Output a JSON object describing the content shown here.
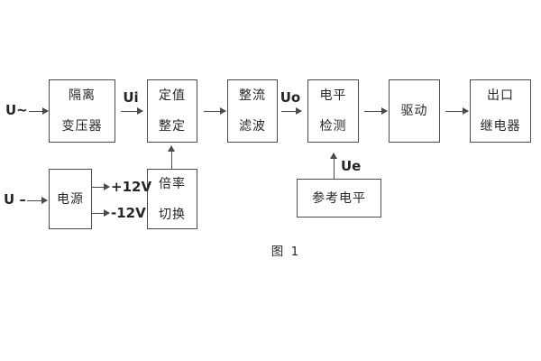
{
  "diagram": {
    "figure_caption": "图 1",
    "colors": {
      "line": "#4b4b4b",
      "text": "#262626",
      "background": "#ffffff"
    },
    "inputs": {
      "ac_label": "U~",
      "dc_label": "U –"
    },
    "signals": {
      "ui": "Ui",
      "uo": "Uo",
      "ue": "Ue",
      "supply_pos": "+12V",
      "supply_neg": "-12V"
    },
    "blocks": {
      "isolation_transformer": {
        "line1": "隔离",
        "line2": "变压器"
      },
      "value_setting": {
        "line1": "定值",
        "line2": "整定"
      },
      "rectifier_filter": {
        "line1": "整流",
        "line2": "滤波"
      },
      "level_detection": {
        "line1": "电平",
        "line2": "检测"
      },
      "drive": {
        "label": "驱动"
      },
      "output_relay": {
        "line1": "出口",
        "line2": "继电器"
      },
      "power_supply": {
        "label": "电源"
      },
      "ratio_switch": {
        "line1": "倍率",
        "line2": "切换"
      },
      "reference_level": {
        "label": "参考电平"
      }
    }
  }
}
